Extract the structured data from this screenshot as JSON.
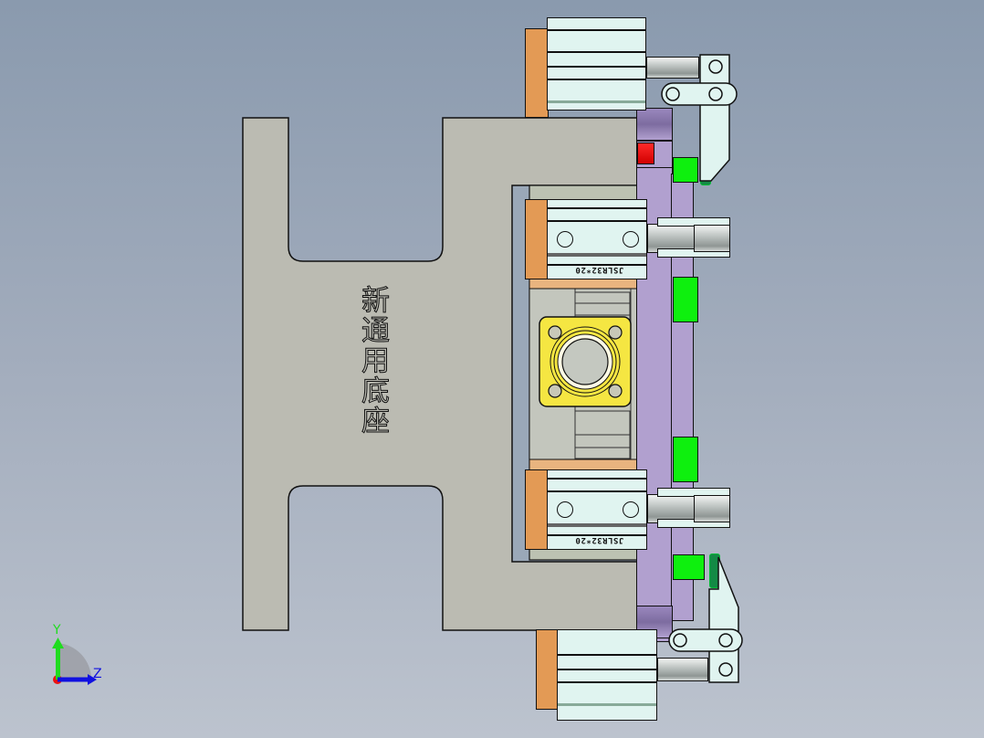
{
  "viewport": {
    "background_top": "#8a9aae",
    "background_bottom": "#bcc3ce",
    "view": "Right / side view of fixture assembly"
  },
  "model": {
    "base_label": "新通用底座",
    "cylinder_labels": [
      "JSLR32*20",
      "JSLR32*20"
    ],
    "colors": {
      "base_plate": "#bbbbb2",
      "cylinder_body": "#e0f4f0",
      "cylinder_mount": "#e39a55",
      "clamp_block": "#b1a0cf",
      "locator_pad": "#0ef00e",
      "clamp_pad": "#138a45",
      "workpiece_flange": "#f5e642",
      "stop_block": "#ee0000"
    }
  },
  "triad": {
    "y_label": "Y",
    "z_label": "Z",
    "y_color": "#1fdc1f",
    "z_color": "#1010e0",
    "x_color": "#ee1111"
  }
}
